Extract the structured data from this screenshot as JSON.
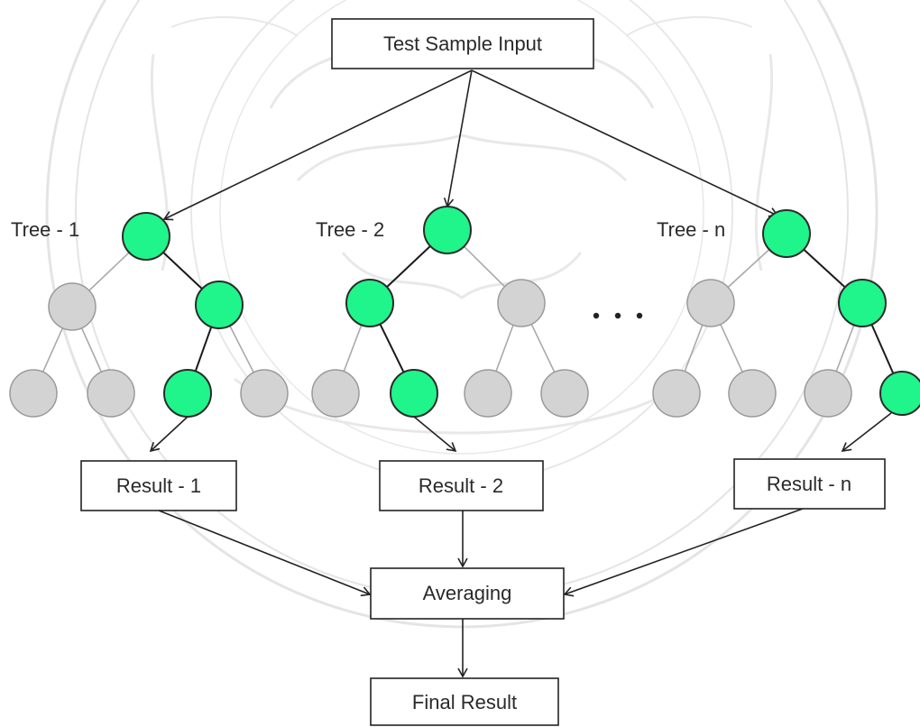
{
  "input_label": "Test Sample Input",
  "trees": [
    {
      "label": "Tree - 1",
      "result_label": "Result - 1"
    },
    {
      "label": "Tree - 2",
      "result_label": "Result - 2"
    },
    {
      "label": "Tree - n",
      "result_label": "Result - n"
    }
  ],
  "aggregate_label": "Averaging",
  "output_label": "Final Result",
  "colors": {
    "active_node": "#1ff58a",
    "inactive_node": "#d3d3d3"
  }
}
